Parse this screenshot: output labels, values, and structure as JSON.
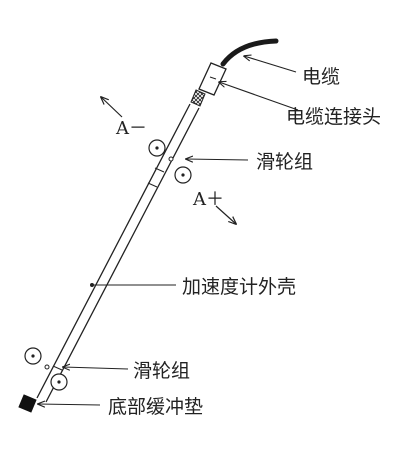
{
  "labels": {
    "cable": "电缆",
    "cable_connector": "电缆连接头",
    "upper_pulley": "滑轮组",
    "accel_housing": "加速度计外壳",
    "lower_pulley": "滑轮组",
    "bottom_buffer": "底部缓冲垫"
  },
  "directions": {
    "a_minus": "A－",
    "a_plus": "A＋"
  },
  "colors": {
    "line": "#222222",
    "buffer_pad": "#111111",
    "cable": "#1a1a1a"
  }
}
